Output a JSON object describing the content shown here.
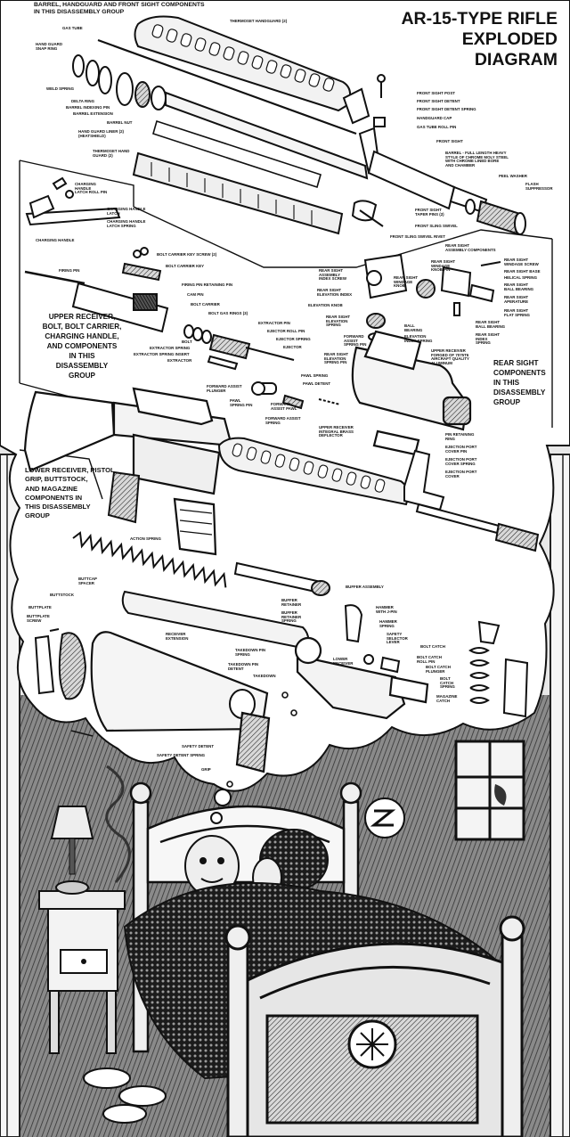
{
  "title": [
    "AR-15-TYPE RIFLE",
    "EXPLODED",
    "DIAGRAM"
  ],
  "groups": {
    "barrel": [
      "BARREL, HANDGUARD and FRONT SIGHT COMPONENTS",
      "IN THIS DISASSEMBLY GROUP"
    ],
    "upper": [
      "UPPER RECEIVER,",
      "BOLT, BOLT CARRIER,",
      "CHARGING HANDLE,",
      "and COMPONENTS",
      "IN THIS",
      "DISASSEMBLY",
      "GROUP"
    ],
    "rear_sight": [
      "REAR SIGHT",
      "COMPONENTS",
      "IN THIS",
      "DISASSEMBLY",
      "GROUP"
    ],
    "lower": [
      "LOWER RECEIVER, PISTOL",
      "GRIP, BUTTSTOCK,",
      "and MAGAZINE",
      "COMPONENTS IN",
      "THIS DISASSEMBLY",
      "GROUP"
    ]
  },
  "labels": {
    "gas_tube": "GAS TUBE",
    "thermoset_handguard": "THERMOSET HANDGUARD (2)",
    "hand_guard_snap_ring": [
      "HAND GUARD",
      "SNAP RING"
    ],
    "weld_spring": "WELD SPRING",
    "delta_ring": "DELTA RING",
    "barrel_indexing_pin": "BARREL INDEXING PIN",
    "barrel_extension": "BARREL EXTENSION",
    "barrel_nut": "BARREL NUT",
    "hand_guard_liner": [
      "HAND GUARD LINER (2)",
      "(HEATSHIELD)"
    ],
    "thermoset_hand_guard": [
      "THERMOSET HAND",
      "GUARD (2)"
    ],
    "front_sight_post": "FRONT SIGHT POST",
    "front_sight_detent": "FRONT SIGHT DETENT",
    "front_sight_detent_spring": "FRONT SIGHT DETENT SPRING",
    "handguard_cap": "HANDGUARD CAP",
    "gas_tube_roll_pin": "GAS TUBE ROLL PIN",
    "front_sight": "FRONT SIGHT",
    "barrel_desc": [
      "BARREL - FULL LENGTH HEAVY",
      "STYLE OF CHROME MOLY STEEL",
      "WITH CHROME LINED BORE",
      "AND CHAMBER"
    ],
    "peel_washer": "PEEL WASHER",
    "flash_suppressor": [
      "FLASH",
      "SUPPRESSOR"
    ],
    "front_sight_taper_pins": [
      "FRONT SIGHT",
      "TAPER PINS (2)"
    ],
    "front_sling_swivel": "FRONT SLING SWIVEL",
    "front_sling_swivel_rivet": "FRONT SLING SWIVEL RIVET",
    "charging_handle_latch_roll_pin": [
      "CHARGING",
      "HANDLE",
      "LATCH ROLL PIN"
    ],
    "charging_handle_latch": [
      "CHARGING HANDLE",
      "LATCH"
    ],
    "charging_handle_latch_spring": [
      "CHARGING HANDLE",
      "LATCH SPRING"
    ],
    "charging_handle": "CHARGING HANDLE",
    "bolt_carrier_key_screw": "BOLT CARRIER KEY SCREW (2)",
    "bolt_carrier_key": "BOLT CARRIER KEY",
    "firing_pin": "FIRING PIN",
    "firing_pin_retaining_pin": "FIRING PIN RETAINING PIN",
    "cam_pin": "CAM PIN",
    "bolt_carrier": "BOLT CARRIER",
    "bolt_gas_rings": "BOLT GAS RINGS (3)",
    "extractor_pin": "EXTRACTOR PIN",
    "ejector_roll_pin": "EJECTOR ROLL PIN",
    "ejector_spring": "EJECTOR SPRING",
    "bolt": "BOLT",
    "ejector": "EJECTOR",
    "extractor_spring": "EXTRACTOR SPRING",
    "extractor_spring_insert": "EXTRACTOR SPRING INSERT",
    "extractor": "EXTRACTOR",
    "rear_sight_assembly_components": [
      "REAR SIGHT",
      "ASSEMBLY COMPONENTS"
    ],
    "rear_sight_windage_screw": [
      "REAR SIGHT",
      "WINDAGE SCREW"
    ],
    "rear_sight_base": "REAR SIGHT BASE",
    "helical_spring": "HELICAL SPRING",
    "rear_sight_ball_bearing": [
      "REAR SIGHT",
      "BALL BEARING"
    ],
    "rear_sight_aperature": [
      "REAR SIGHT",
      "APERATURE"
    ],
    "rear_sight_flat_spring": [
      "REAR SIGHT",
      "FLAT SPRING"
    ],
    "rear_sight_windage_knob_pin": [
      "REAR SIGHT",
      "WINDAGE",
      "KNOB PIN"
    ],
    "rear_sight_windage_knob": [
      "REAR SIGHT",
      "WINDAGE",
      "KNOB"
    ],
    "rear_sight_assembly_index_screw": [
      "REAR SIGHT",
      "ASSEMBLY",
      "INDEX SCREW"
    ],
    "rear_sight_elevation_index": [
      "REAR SIGHT",
      "ELEVATION INDEX"
    ],
    "elevation_knob": "ELEVATION KNOB",
    "rear_sight_elevation_spring": [
      "REAR SIGHT",
      "ELEVATION",
      "SPRING"
    ],
    "forward_assist_spring_pin": [
      "FORWARD",
      "ASSIST",
      "SPRING PIN"
    ],
    "ball_bearing": [
      "BALL",
      "BEARING"
    ],
    "elevation_index_spring": [
      "ELEVATION",
      "INDEX SPRING"
    ],
    "rear_sight_ball_bearing_2": [
      "REAR SIGHT",
      "BALL BEARING"
    ],
    "rear_sight_index_spring": [
      "REAR SIGHT",
      "INDEX",
      "SPRING"
    ],
    "upper_receiver_forged": [
      "UPPER RECEIVER",
      "FORGED OF 7075T6",
      "AIRCRAFT QUALITY",
      "ALUMINUM"
    ],
    "rear_sight_elevation_spring_pin": [
      "REAR SIGHT",
      "ELEVATION",
      "SPRING PIN"
    ],
    "pawl_spring": "PAWL SPRING",
    "pawl_detent": "PAWL DETENT",
    "forward_assist_plunger": [
      "FORWARD ASSIST",
      "PLUNGER"
    ],
    "pawl_spring_pin": [
      "PAWL",
      "SPRING PIN"
    ],
    "forward_assist_pawl": [
      "FORWARD",
      "ASSIST PAWL"
    ],
    "forward_assist_spring": [
      "FORWARD ASSIST",
      "SPRING"
    ],
    "upper_receiver_brass_deflector": [
      "UPPER RECEIVER",
      "INTEGRAL BRASS",
      "DEFLECTOR"
    ],
    "pin_retaining_ring": [
      "PIN RETAINING",
      "RING"
    ],
    "ejection_port_cover_pin": [
      "EJECTION PORT",
      "COVER PIN"
    ],
    "ejection_port_cover_spring": [
      "EJECTION PORT",
      "COVER SPRING"
    ],
    "ejection_port_cover": [
      "EJECTION PORT",
      "COVER"
    ],
    "action_spring": "ACTION SPRING",
    "buttcap_spacer": [
      "BUTTCAP",
      "SPACER"
    ],
    "buffer_assembly": "BUFFER ASSEMBLY",
    "buttstock": "BUTTSTOCK",
    "buttplate": "BUTTPLATE",
    "buttplate_screw": [
      "BUTTPLATE",
      "SCREW"
    ],
    "buffer_retainer": [
      "BUFFER",
      "RETAINER"
    ],
    "buffer_retainer_spring": [
      "BUFFER",
      "RETAINER",
      "SPRING"
    ],
    "hammer_with_pin": [
      "HAMMER",
      "WITH J-PIN"
    ],
    "hammer_spring": [
      "HAMMER",
      "SPRING"
    ],
    "receiver_extension": [
      "RECEIVER",
      "EXTENSION"
    ],
    "takedown_pin_spring": [
      "TAKEDOWN PIN",
      "SPRING"
    ],
    "safety_selector_lever": [
      "SAFETY",
      "SELECTOR",
      "LEVER"
    ],
    "takedown_pin_detent": [
      "TAKEDOWN PIN",
      "DETENT"
    ],
    "takedown": "TAKEDOWN",
    "lower_receiver": [
      "LOWER",
      "RECEIVER"
    ],
    "bolt_catch": "BOLT CATCH",
    "bolt_catch_roll_pin": [
      "BOLT CATCH",
      "ROLL PIN"
    ],
    "bolt_catch_plunger": [
      "BOLT CATCH",
      "PLUNGER"
    ],
    "bolt_catch_spring": [
      "BOLT",
      "CATCH",
      "SPRING"
    ],
    "magazine_catch": [
      "MAGAZINE",
      "CATCH"
    ],
    "safety_detent": "SAFETY DETENT",
    "safety_detent_spring": "SAFETY DETENT SPRING",
    "grip": "GRIP"
  }
}
